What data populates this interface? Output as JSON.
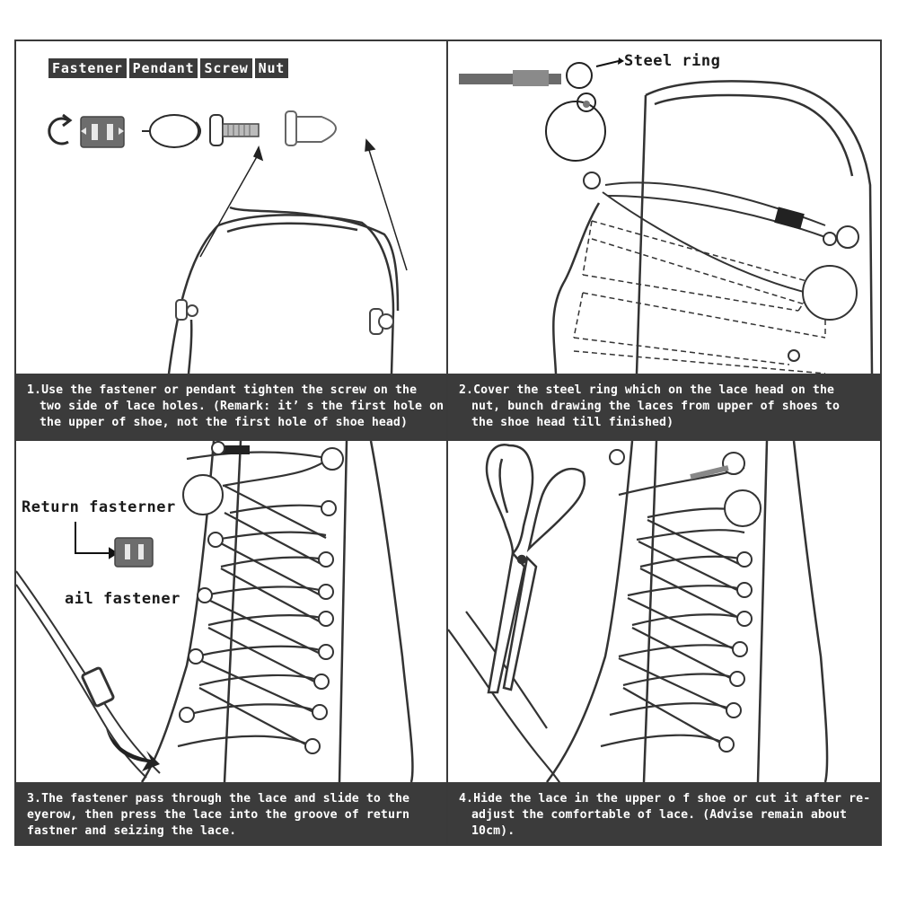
{
  "panel1": {
    "tags": [
      "Fastener",
      "Pendant",
      "Screw",
      "Nut"
    ],
    "caption": [
      "1.Use the fastener or pendant tighten the screw on the",
      "two side of lace holes. (Remark: it’ s the first hole on",
      "the upper of shoe, not the first hole of shoe head)"
    ]
  },
  "panel2": {
    "label": "Steel ring",
    "caption": [
      "2.Cover the steel ring which on the lace head on the",
      "nut, bunch drawing the laces from upper of shoes to",
      "the shoe head till finished)"
    ]
  },
  "panel3": {
    "label_top": "Return fasterner",
    "label_bottom": "ail fastener",
    "caption": [
      "3.The fastener pass through the lace and slide to the",
      "eyerow, then press the lace into the groove of return",
      "fastner and seizing the lace."
    ]
  },
  "panel4": {
    "caption": [
      "4.Hide the lace in the upper o f shoe or cut it after re-",
      "adjust the comfortable of lace. (Advise remain about",
      "10cm)."
    ]
  },
  "colors": {
    "dark_band": "#3b3b3b",
    "line": "#3a3a3a",
    "background": "#ffffff"
  }
}
